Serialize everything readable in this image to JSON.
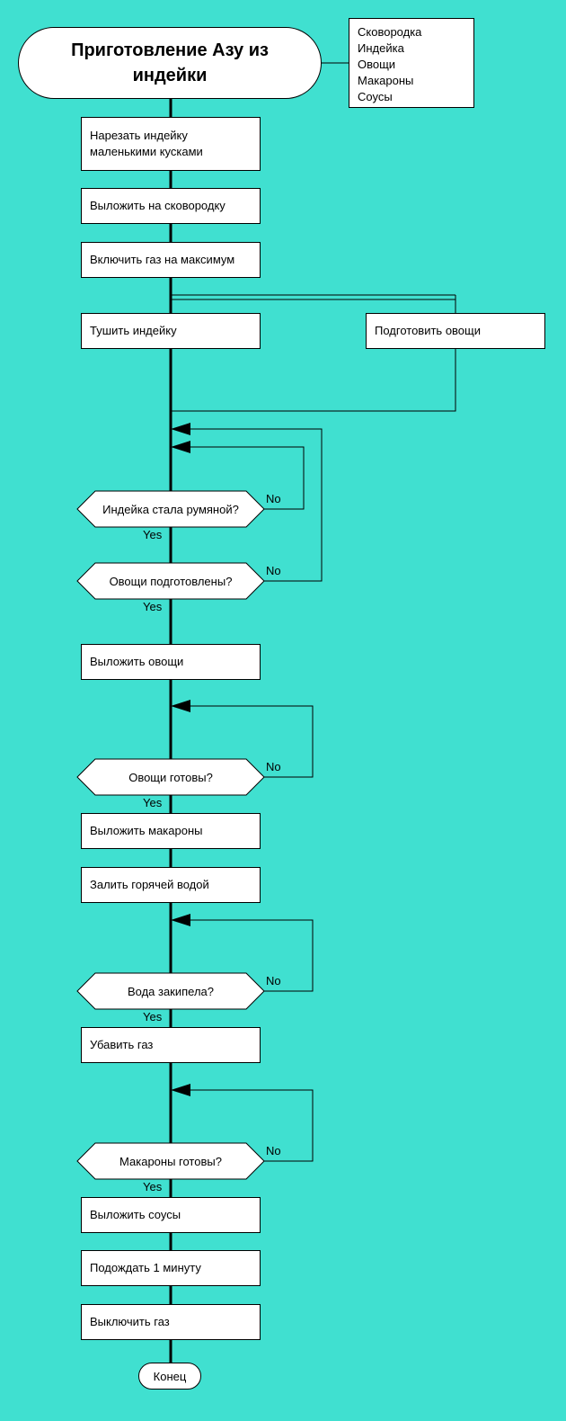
{
  "title": "Приготовление Азу из индейки",
  "ingredients": [
    "Сковородка",
    "Индейка",
    "Овощи",
    "Макароны",
    "Соусы"
  ],
  "steps": {
    "cut": "Нарезать индейку маленькими кусками",
    "put_pan": "Выложить на сковородку",
    "gas_max": "Включить газ на максимум",
    "stew": "Тушить индейку",
    "prep_veg": "Подготовить овощи",
    "put_veg": "Выложить овощи",
    "put_pasta": "Выложить макароны",
    "pour_water": "Залить горячей водой",
    "lower_gas": "Убавить газ",
    "put_sauce": "Выложить соусы",
    "wait": "Подождать 1 минуту",
    "gas_off": "Выключить газ"
  },
  "decisions": {
    "turkey_browned": "Индейка стала румяной?",
    "veg_prepared": "Овощи подготовлены?",
    "veg_ready": "Овощи готовы?",
    "water_boiled": "Вода закипела?",
    "pasta_ready": "Макароны готовы?"
  },
  "labels": {
    "yes": "Yes",
    "no": "No"
  },
  "end": "Конец"
}
